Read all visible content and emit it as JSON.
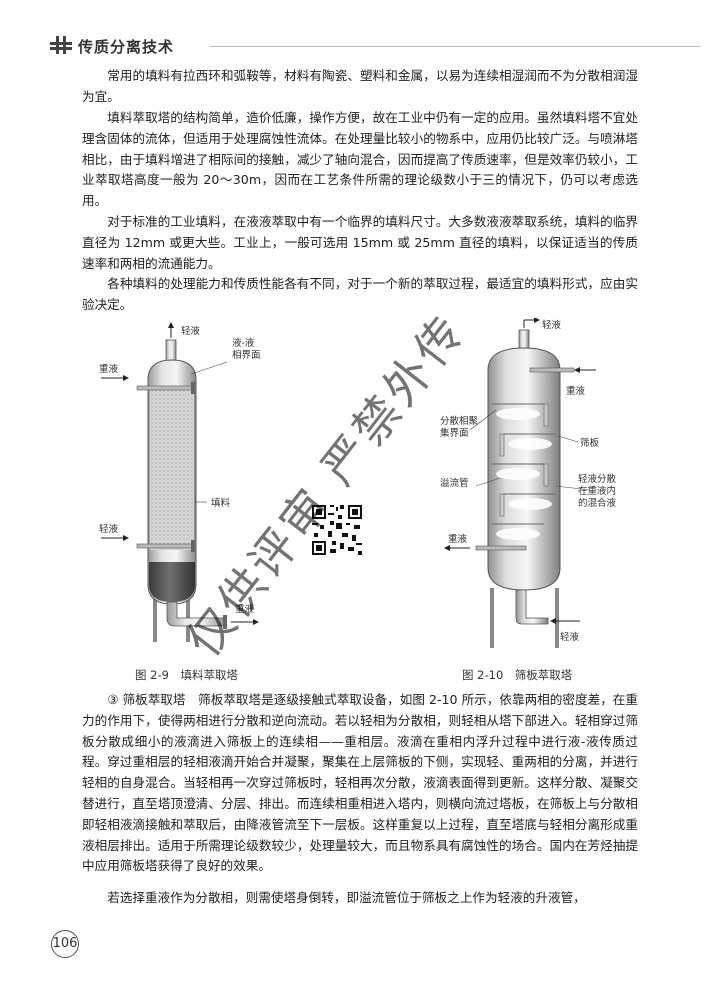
{
  "header": {
    "title": "传质分离技术"
  },
  "paragraphs": [
    "常用的填料有拉西环和弧鞍等，材料有陶瓷、塑料和金属，以易为连续相湿润而不为分散相润湿为宜。",
    "填料萃取塔的结构简单，造价低廉，操作方便，故在工业中仍有一定的应用。虽然填料塔不宜处理含固体的流体，但适用于处理腐蚀性流体。在处理量比较小的物系中，应用仍比较广泛。与喷淋塔相比，由于填料增进了相际间的接触，减少了轴向混合，因而提高了传质速率，但是效率仍较小，工业萃取塔高度一般为 20～30m，因而在工艺条件所需的理论级数小于三的情况下，仍可以考虑选用。",
    "对于标准的工业填料，在液液萃取中有一个临界的填料尺寸。大多数液液萃取系统，填料的临界直径为 12mm 或更大些。工业上，一般可选用 15mm 或 25mm 直径的填料，以保证适当的传质速率和两相的流通能力。",
    "各种填料的处理能力和传质性能各有不同，对于一个新的萃取过程，最适宜的填料形式，应由实验决定。",
    "③ 筛板萃取塔　筛板萃取塔是逐级接触式萃取设备，如图 2-10 所示，依靠两相的密度差，在重力的作用下，使得两相进行分散和逆向流动。若以轻相为分散相，则轻相从塔下部进入。轻相穿过筛板分散成细小的液滴进入筛板上的连续相——重相层。液滴在重相内浮升过程中进行液-液传质过程。穿过重相层的轻相液滴开始合并凝聚，聚集在上层筛板的下侧，实现轻、重两相的分离，并进行轻相的自身混合。当轻相再一次穿过筛板时，轻相再次分散，液滴表面得到更新。这样分散、凝聚交替进行，直至塔顶澄清、分层、排出。而连续相重相进入塔内，则横向流过塔板，在筛板上与分散相即轻相液滴接触和萃取后，由降液管流至下一层板。这样重复以上过程，直至塔底与轻相分离形成重液相层排出。适用于所需理论级数较少，处理量较大，而且物系具有腐蚀性的场合。国内在芳烃抽提中应用筛板塔获得了良好的效果。",
    "若选择重液作为分散相，则需使塔身倒转，即溢流管位于筛板之上作为轻液的升液管，"
  ],
  "figure_left": {
    "labels": {
      "light_out": "轻液",
      "heavy_in": "重液",
      "interface_1": "液-液",
      "interface_2": "相界面",
      "packing": "填料",
      "light_in": "轻液",
      "heavy_out": "重液"
    },
    "caption": "图 2-9　填料萃取塔"
  },
  "figure_right": {
    "labels": {
      "light_out": "轻液",
      "heavy_in": "重液",
      "interface_1": "分散相聚",
      "interface_2": "集界面",
      "sieve": "筛板",
      "downcomer": "溢流管",
      "mix_1": "轻液分散",
      "mix_2": "在重液内",
      "mix_3": "的混合液",
      "heavy_out": "重液",
      "light_in": "轻液"
    },
    "caption": "图 2-10　筛板萃取塔"
  },
  "watermark": "仅供评审 严禁外传",
  "page_number": "106"
}
